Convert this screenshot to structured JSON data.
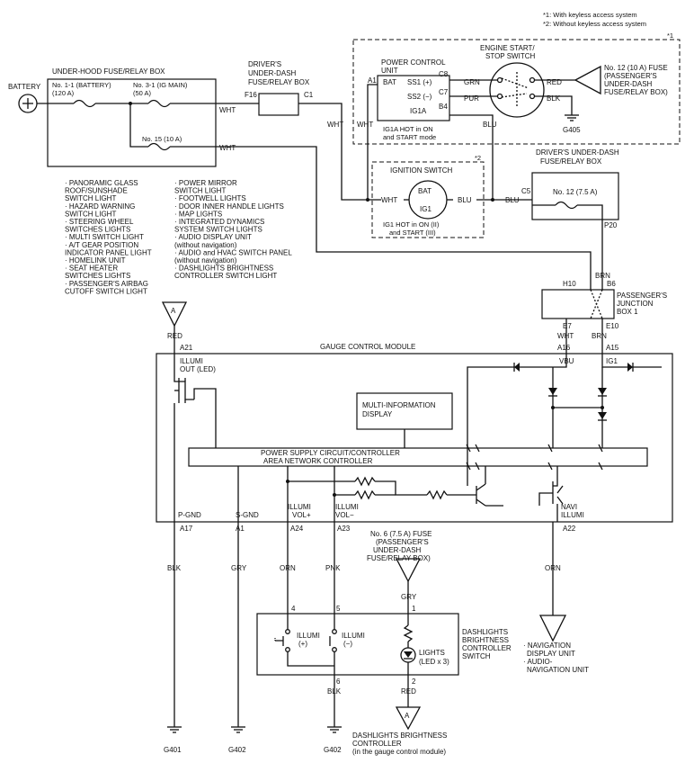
{
  "notes": [
    "*1: With keyless access system",
    "*2: Without keyless access system"
  ],
  "battery": "BATTERY",
  "underhood": {
    "title": "UNDER-HOOD FUSE/RELAY BOX",
    "fuse1": "No. 1-1 (BATTERY)",
    "fuse1_rating": "(120 A)",
    "fuse2": "No. 3-1 (IG MAIN)",
    "fuse2_rating": "(50 A)",
    "fuse3": "No. 15 (10 A)"
  },
  "driver_box_top": {
    "title1": "DRIVER'S",
    "title2": "UNDER-DASH",
    "title3": "FUSE/RELAY BOX",
    "pin_in": "F16",
    "pin_out": "C1"
  },
  "wires": {
    "wht": "WHT",
    "blu": "BLU",
    "grn": "GRN",
    "pur": "PUR",
    "red": "RED",
    "blk": "BLK",
    "brn": "BRN",
    "gry": "GRY",
    "orn": "ORN",
    "pnk": "PNK"
  },
  "pcu": {
    "title1": "POWER CONTROL",
    "title2": "UNIT",
    "bat": "BAT",
    "ss1": "SS1 (+)",
    "ss2": "SS2 (−)",
    "ig1a": "IG1A",
    "a1": "A1",
    "c8": "C8",
    "c7": "C7",
    "b4": "B4",
    "note1": "IG1A HOT in ON",
    "note2": "and START mode"
  },
  "engine_switch": {
    "title1": "ENGINE START/",
    "title2": "STOP SWITCH",
    "marker": "*1"
  },
  "fuse12_ref": {
    "l1": "No. 12 (10 A) FUSE",
    "l2": "(PASSENGER'S",
    "l3": "UNDER-DASH",
    "l4": "FUSE/RELAY BOX)"
  },
  "ground_g405": "G405",
  "ignition": {
    "title": "IGNITION SWITCH",
    "marker": "*2",
    "bat": "BAT",
    "ig1": "IG1",
    "note1": "IG1 HOT in ON (II)",
    "note2": "and START (III)"
  },
  "driver_box_right": {
    "title1": "DRIVER'S UNDER-DASH",
    "title2": "FUSE/RELAY BOX",
    "pin_c5": "C5",
    "fuse": "No. 12 (7.5 A)",
    "pin_p20": "P20"
  },
  "junction": {
    "l1": "PASSENGER'S",
    "l2": "JUNCTION",
    "l3": "BOX 1",
    "h10": "H10",
    "b6": "B6",
    "e7": "E7",
    "e10": "E10"
  },
  "light_list_left": [
    "· PANORAMIC GLASS",
    "ROOF/SUNSHADE",
    "SWITCH LIGHT",
    "· HAZARD WARNING",
    "SWITCH LIGHT",
    "· STEERING WHEEL",
    "SWITCHES LIGHTS",
    "· MULTI SWITCH LIGHT",
    "· A/T GEAR POSITION",
    "INDICATOR PANEL LIGHT",
    "· HOMELINK UNIT",
    "· SEAT HEATER",
    "SWITCHES LIGHTS",
    "· PASSENGER'S AIRBAG",
    "CUTOFF SWITCH LIGHT"
  ],
  "light_list_right": [
    "· POWER MIRROR",
    "SWITCH LIGHT",
    "· FOOTWELL LIGHTS",
    "· DOOR INNER HANDLE LIGHTS",
    "· MAP LIGHTS",
    "· INTEGRATED DYNAMICS",
    "SYSTEM SWITCH LIGHTS",
    "· AUDIO DISPLAY UNIT",
    "(without navigation)",
    "· AUDIO and HVAC SWITCH PANEL",
    "(without navigation)",
    "· DASHLIGHTS BRIGHTNESS",
    "CONTROLLER SWITCH LIGHT"
  ],
  "ref_a": "A",
  "gcm": {
    "title": "GAUGE CONTROL MODULE",
    "a21": "A21",
    "illumi_out1": "ILLUMI",
    "illumi_out2": "OUT (LED)",
    "a16": "A16",
    "a15": "A15",
    "vbu": "VBU",
    "ig1": "IG1",
    "mid1": "MULTI-INFORMATION",
    "mid2": "DISPLAY",
    "psc1": "POWER SUPPLY CIRCUIT/CONTROLLER",
    "psc2": "AREA NETWORK CONTROLLER",
    "pgnd": "P-GND",
    "sgnd": "S-GND",
    "vol_plus1": "ILLUMI",
    "vol_plus2": "VOL+",
    "vol_minus1": "ILLUMI",
    "vol_minus2": "VOL−",
    "navi1": "NAVI",
    "navi2": "ILLUMI",
    "a17": "A17",
    "a1": "A1",
    "a24": "A24",
    "a23": "A23",
    "a22": "A22"
  },
  "fuse6": {
    "l1": "No. 6 (7.5 A) FUSE",
    "l2": "(PASSENGER'S",
    "l3": "UNDER-DASH",
    "l4": "FUSE/RELAY BOX)"
  },
  "dimmer": {
    "p4": "4",
    "p5": "5",
    "p1": "1",
    "p6": "6",
    "p2": "2",
    "illumi_plus1": "ILLUMI",
    "illumi_plus2": "(+)",
    "illumi_minus1": "ILLUMI",
    "illumi_minus2": "(−)",
    "lights1": "LIGHTS",
    "lights2": "(LED x 3)",
    "title1": "DASHLIGHTS",
    "title2": "BRIGHTNESS",
    "title3": "CONTROLLER",
    "title4": "SWITCH"
  },
  "nav_units": [
    "· NAVIGATION",
    "DISPLAY UNIT",
    "· AUDIO-",
    "NAVIGATION UNIT"
  ],
  "grounds": {
    "g401": "G401",
    "g402a": "G402",
    "g402b": "G402"
  },
  "bottom_ref": {
    "l1": "DASHLIGHTS BRIGHTNESS",
    "l2": "CONTROLLER",
    "l3": "(in the gauge control module)"
  }
}
